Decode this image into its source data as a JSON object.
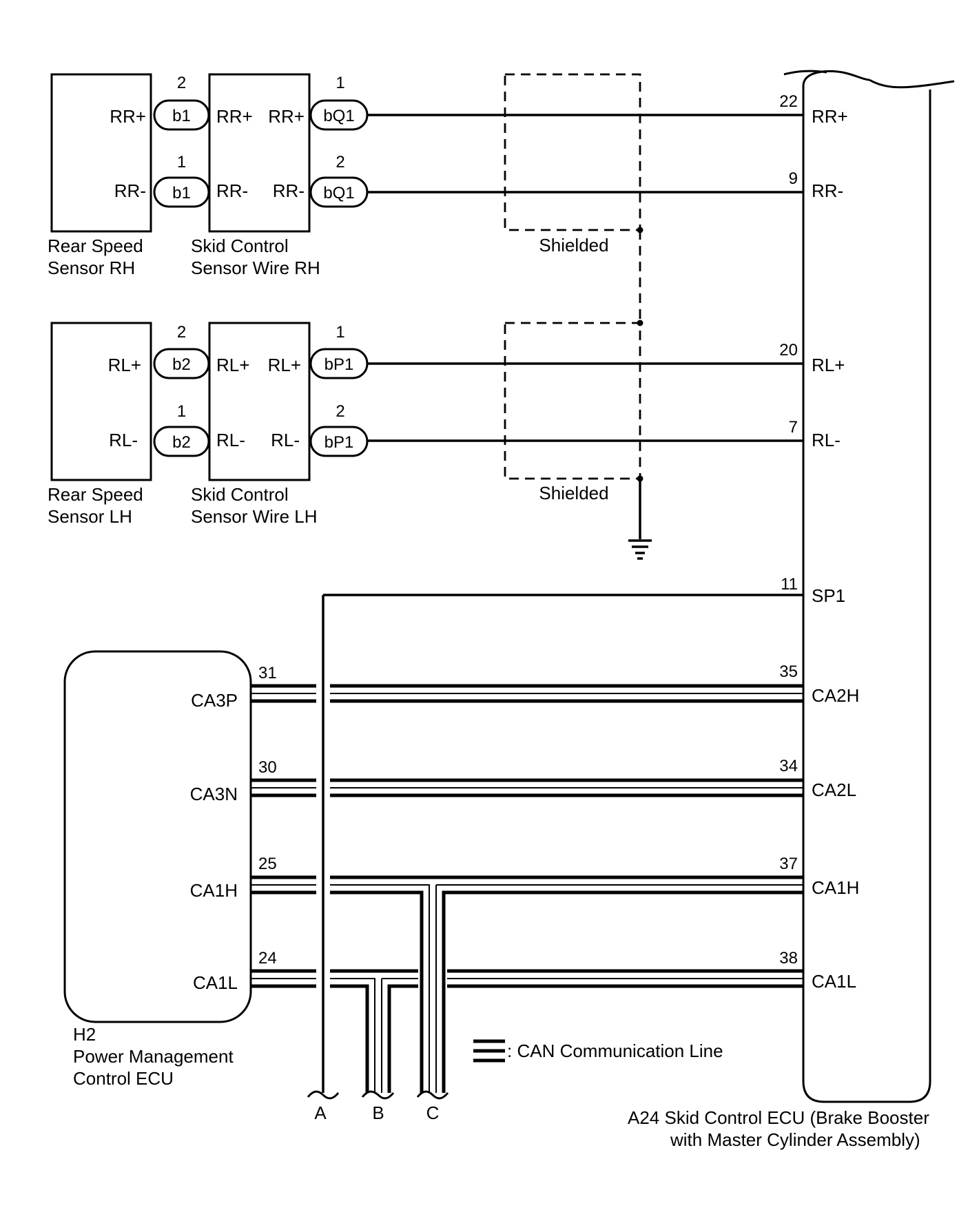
{
  "components": {
    "rear_sensor_rh": {
      "line1": "Rear Speed",
      "line2": "Sensor RH",
      "pin_pos": "RR+",
      "pin_neg": "RR-"
    },
    "wire_rh": {
      "line1": "Skid Control",
      "line2": "Sensor Wire RH",
      "pin_pos": "RR+",
      "pin_neg": "RR-"
    },
    "rear_sensor_lh": {
      "line1": "Rear Speed",
      "line2": "Sensor LH",
      "pin_pos": "RL+",
      "pin_neg": "RL-"
    },
    "wire_lh": {
      "line1": "Skid Control",
      "line2": "Sensor Wire LH",
      "pin_pos": "RL+",
      "pin_neg": "RL-"
    },
    "power_ecu": {
      "code": "H2",
      "line1": "Power Management",
      "line2": "Control ECU"
    },
    "skid_ecu": {
      "line1": "A24  Skid Control ECU (Brake Booster",
      "line2": "with Master Cylinder Assembly)"
    }
  },
  "connectors": {
    "b1_top": {
      "name": "b1",
      "pin": "2"
    },
    "b1_bot": {
      "name": "b1",
      "pin": "1"
    },
    "bq1_top": {
      "name": "bQ1",
      "pin": "1"
    },
    "bq1_bot": {
      "name": "bQ1",
      "pin": "2"
    },
    "b2_top": {
      "name": "b2",
      "pin": "2"
    },
    "b2_bot": {
      "name": "b2",
      "pin": "1"
    },
    "bp1_top": {
      "name": "bP1",
      "pin": "1"
    },
    "bp1_bot": {
      "name": "bP1",
      "pin": "2"
    }
  },
  "shield_label": "Shielded",
  "skid_ecu_pins": [
    {
      "num": "22",
      "name": "RR+"
    },
    {
      "num": "9",
      "name": "RR-"
    },
    {
      "num": "20",
      "name": "RL+"
    },
    {
      "num": "7",
      "name": "RL-"
    },
    {
      "num": "11",
      "name": "SP1"
    },
    {
      "num": "35",
      "name": "CA2H"
    },
    {
      "num": "34",
      "name": "CA2L"
    },
    {
      "num": "37",
      "name": "CA1H"
    },
    {
      "num": "38",
      "name": "CA1L"
    }
  ],
  "power_ecu_pins": [
    {
      "num": "31",
      "name": "CA3P"
    },
    {
      "num": "30",
      "name": "CA3N"
    },
    {
      "num": "25",
      "name": "CA1H"
    },
    {
      "num": "24",
      "name": "CA1L"
    }
  ],
  "branches": [
    "A",
    "B",
    "C"
  ],
  "legend": {
    "text": ": CAN Communication Line"
  }
}
